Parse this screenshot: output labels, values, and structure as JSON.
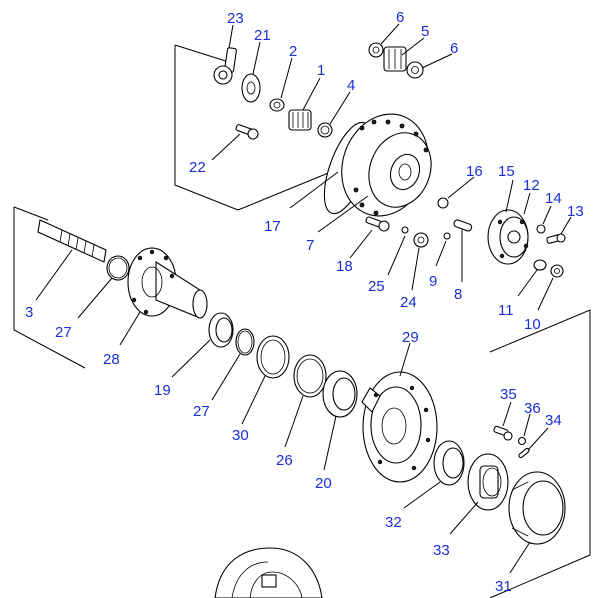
{
  "labels": {
    "p1": "1",
    "p2": "2",
    "p3": "3",
    "p4": "4",
    "p5": "5",
    "p6a": "6",
    "p6b": "6",
    "p7": "7",
    "p8": "8",
    "p9": "9",
    "p10": "10",
    "p11": "11",
    "p12": "12",
    "p13": "13",
    "p14": "14",
    "p15": "15",
    "p16": "16",
    "p17": "17",
    "p18": "18",
    "p19": "19",
    "p20": "20",
    "p21": "21",
    "p22": "22",
    "p23": "23",
    "p24": "24",
    "p25": "25",
    "p26": "26",
    "p27a": "27",
    "p27b": "27",
    "p28": "28",
    "p29": "29",
    "p30": "30",
    "p31": "31",
    "p32": "32",
    "p33": "33",
    "p34": "34",
    "p35": "35",
    "p36": "36"
  },
  "colors": {
    "label": "#1a2fd6",
    "line": "#000000"
  }
}
